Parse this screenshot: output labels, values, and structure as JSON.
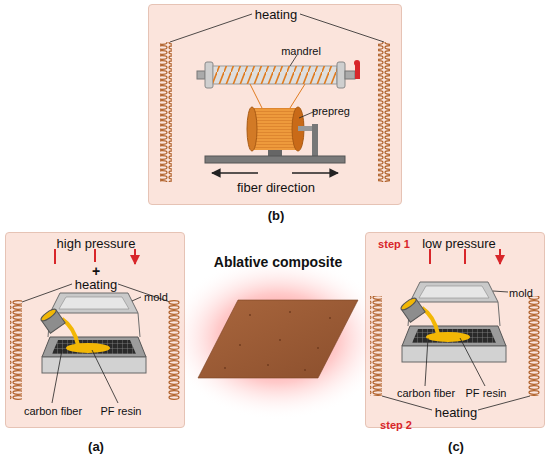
{
  "diagram": {
    "nodes": [
      {
        "text": [
          "heating",
          "mandrel",
          "prepreg",
          "fiber direction",
          "(b)"
        ]
      },
      {
        "text": [
          "high pressure",
          "+",
          "heating",
          "mold",
          "carbon fiber",
          "PF resin",
          "(a)"
        ]
      },
      {
        "text": [
          "step 1",
          "low pressure",
          "mold",
          "carbon fiber",
          "PF resin",
          "heating",
          "step 2",
          "(c)"
        ]
      }
    ],
    "labels": [
      "Ablative composite"
    ]
  }
}
